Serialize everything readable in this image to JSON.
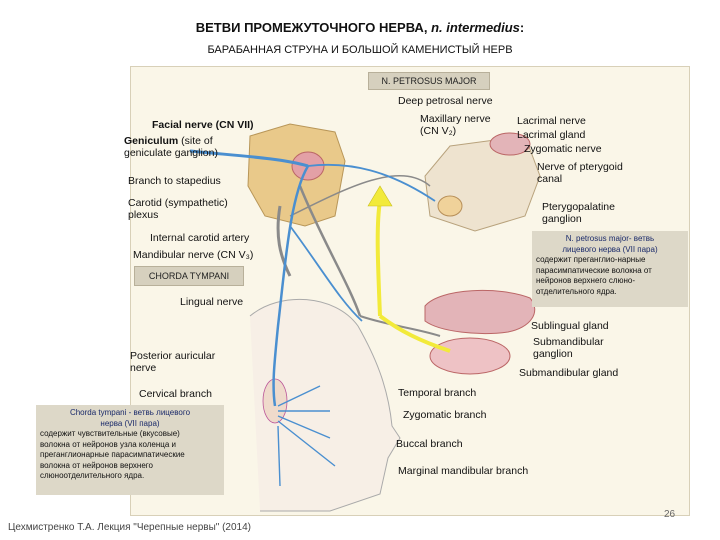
{
  "header": {
    "title_main": "ВЕТВИ ПРОМЕЖУТОЧНОГО НЕРВА,",
    "title_italic": "n. intermedius",
    "title_suffix": ":",
    "subtitle": "БАРАБАННАЯ СТРУНА  И  БОЛЬШОЙ КАМЕНИСТЫЙ НЕРВ"
  },
  "tags": {
    "petrosus_major": "N. PETROSUS MAJOR",
    "chorda_tympani": "CHORDA TYMPANI"
  },
  "labels": {
    "deep_petrosal": "Deep petrosal nerve",
    "maxillary": "Maxillary nerve\n(CN V₂)",
    "lacrimal_nerve": "Lacrimal nerve",
    "lacrimal_gland": "Lacrimal gland",
    "zygomatic_nerve": "Zygomatic nerve",
    "pterygoid_canal": "Nerve of pterygoid\ncanal",
    "pterygopalatine": "Pterygopalatine\nganglion",
    "facial_nerve": "Facial nerve (CN VII)",
    "geniculum": "Geniculum",
    "geniculum_rest": " (site of\ngeniculate ganglion)",
    "stapedius": "Branch to stapedius",
    "carotid_plexus": "Carotid (sympathetic)\nplexus",
    "internal_carotid": "Internal carotid artery",
    "mandibular": "Mandibular nerve (CN V₃)",
    "lingual": "Lingual nerve",
    "sublingual": "Sublingual gland",
    "submandibular_ganglion": "Submandibular\nganglion",
    "submandibular_gland": "Submandibular gland",
    "posterior_auricular": "Posterior auricular\nnerve",
    "cervical": "Cervical branch",
    "temporal": "Temporal branch",
    "zygomatic_branch": "Zygomatic branch",
    "buccal": "Buccal branch",
    "marginal": "Marginal mandibular branch"
  },
  "notes": {
    "petrosus_title": "N. petrosus major-  ветвь\nлицевого нерва (VII пара)",
    "petrosus_text": "содержит преганглио-нарные\nпарасимпатические волокна от\nнейронов верхнего слюно-\nотделительного ядра.",
    "chorda_title": "Chorda tympani -  ветвь лицевого\nнерва (VII пара)",
    "chorda_text": "содержит чувствительные (вкусовые)\nволокна от нейронов узла коленца и\nпреганглионарные парасимпатические\nволокна от нейронов верхнего\nслюноотделительного ядра."
  },
  "footer": {
    "credit": "Цехмистренко Т.А. Лекция \"Черепные нервы\" (2014)",
    "page": "26"
  },
  "colors": {
    "facial_nerve": "#4a8fd0",
    "parasympathetic": "#f2ea3a",
    "nerve_gray": "#8a8a8a",
    "bone": "#e9c98a",
    "gland": "#e3b4b8"
  }
}
